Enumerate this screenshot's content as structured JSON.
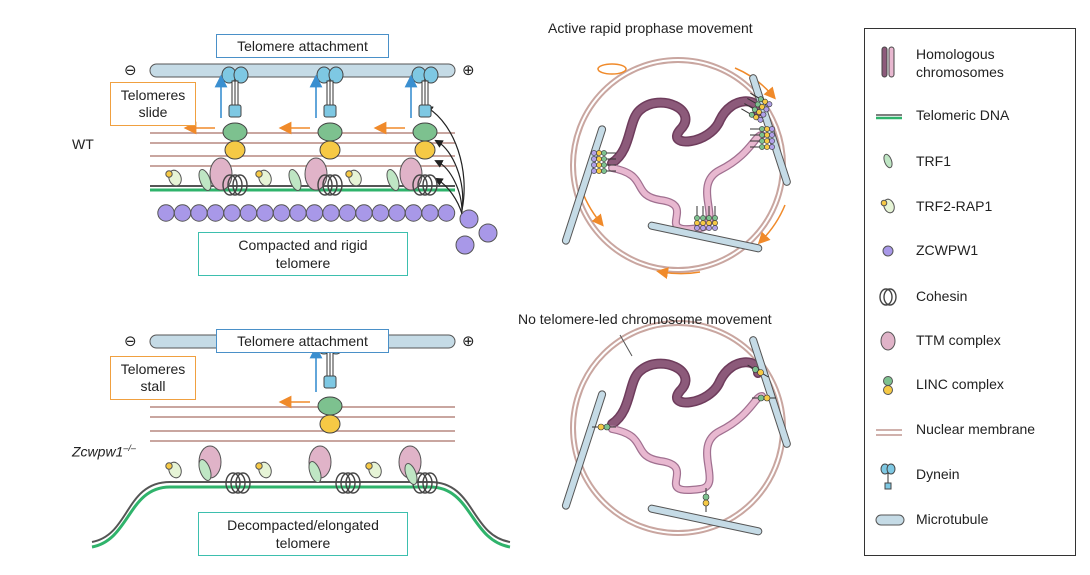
{
  "panels": {
    "wt_label": "WT",
    "ko_label": "Zcwpw1",
    "ko_superscript": "–/–",
    "top_attachment": "Telomere attachment",
    "bottom_attachment": "Telomere attachment",
    "top_slide_line1": "Telomeres",
    "top_slide_line2": "slide",
    "bottom_stall_line1": "Telomeres",
    "bottom_stall_line2": "stall",
    "top_state_line1": "Compacted and rigid",
    "top_state_line2": "telomere",
    "bottom_state_line1": "Decompacted/elongated",
    "bottom_state_line2": "telomere",
    "minus_symbol": "⊖",
    "plus_symbol": "⊕",
    "top_nucleus_title": "Active rapid prophase movement",
    "bottom_nucleus_title": "No telomere-led chromosome movement"
  },
  "legend": {
    "items": [
      {
        "icon": "homologous-chromosomes-icon",
        "label": "Homologous",
        "label2": "chromosomes"
      },
      {
        "icon": "telomeric-dna-icon",
        "label": "Telomeric DNA"
      },
      {
        "icon": "trf1-icon",
        "label": "TRF1"
      },
      {
        "icon": "trf2-rap1-icon",
        "label": "TRF2-RAP1"
      },
      {
        "icon": "zcwpw1-icon",
        "label": "ZCWPW1"
      },
      {
        "icon": "cohesin-icon",
        "label": "Cohesin"
      },
      {
        "icon": "ttm-complex-icon",
        "label": "TTM complex"
      },
      {
        "icon": "linc-complex-icon",
        "label": "LINC complex"
      },
      {
        "icon": "nuclear-membrane-icon",
        "label": "Nuclear membrane"
      },
      {
        "icon": "dynein-icon",
        "label": "Dynein"
      },
      {
        "icon": "microtubule-icon",
        "label": "Microtubule"
      }
    ]
  },
  "colors": {
    "microtubule": "#c5dbe6",
    "dynein": "#7ec8e3",
    "linc_green": "#7dc18f",
    "linc_yellow": "#f6c945",
    "ttm": "#e0b3c8",
    "zcwpw1": "#a898e8",
    "telomeric_dna": "#2fb36b",
    "membrane": "#c9a6a0",
    "chromosome": "#8c5a7a",
    "chromosome_light": "#e8b8d0",
    "arrow_blue": "#3a8fd0",
    "arrow_orange": "#f08a2a"
  }
}
